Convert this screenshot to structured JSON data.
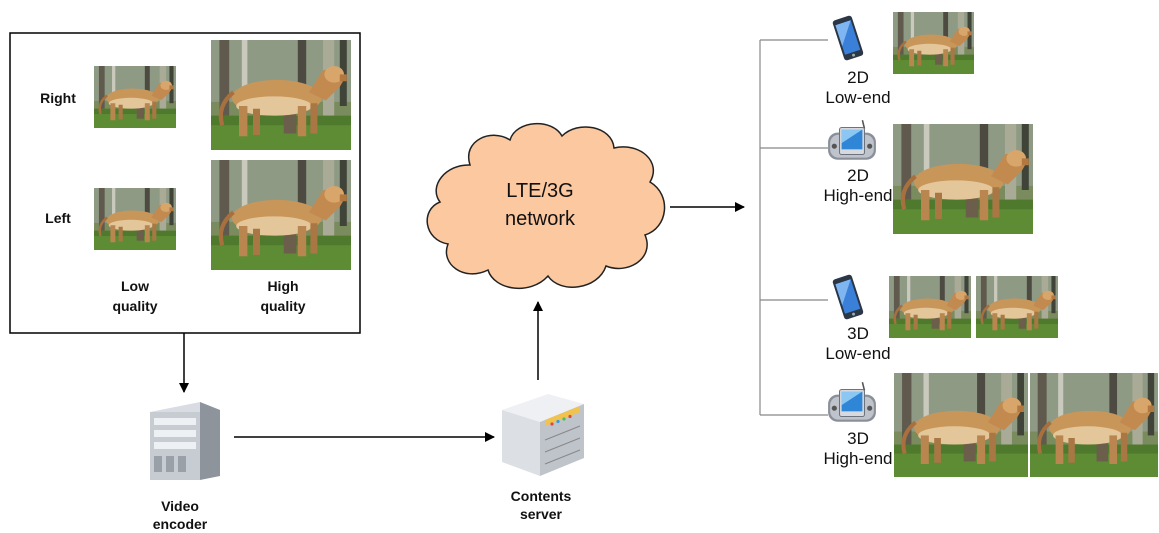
{
  "source_box": {
    "right_label": "Right",
    "left_label": "Left",
    "low_quality_label": [
      "Low",
      "quality"
    ],
    "high_quality_label": [
      "High",
      "quality"
    ]
  },
  "encoder": {
    "label": [
      "Video",
      "encoder"
    ]
  },
  "server": {
    "label": [
      "Contents",
      "server"
    ]
  },
  "network": {
    "label": [
      "LTE/3G",
      "network"
    ],
    "color": "#fbc8a0"
  },
  "devices": [
    {
      "label": [
        "2D",
        "Low-end"
      ],
      "icon": "smartphone-icon"
    },
    {
      "label": [
        "2D",
        "High-end"
      ],
      "icon": "handheld-console-icon"
    },
    {
      "label": [
        "3D",
        "Low-end"
      ],
      "icon": "smartphone-icon"
    },
    {
      "label": [
        "3D",
        "High-end"
      ],
      "icon": "handheld-console-icon"
    }
  ],
  "thumbnail_icon": "lion-photo-icon"
}
